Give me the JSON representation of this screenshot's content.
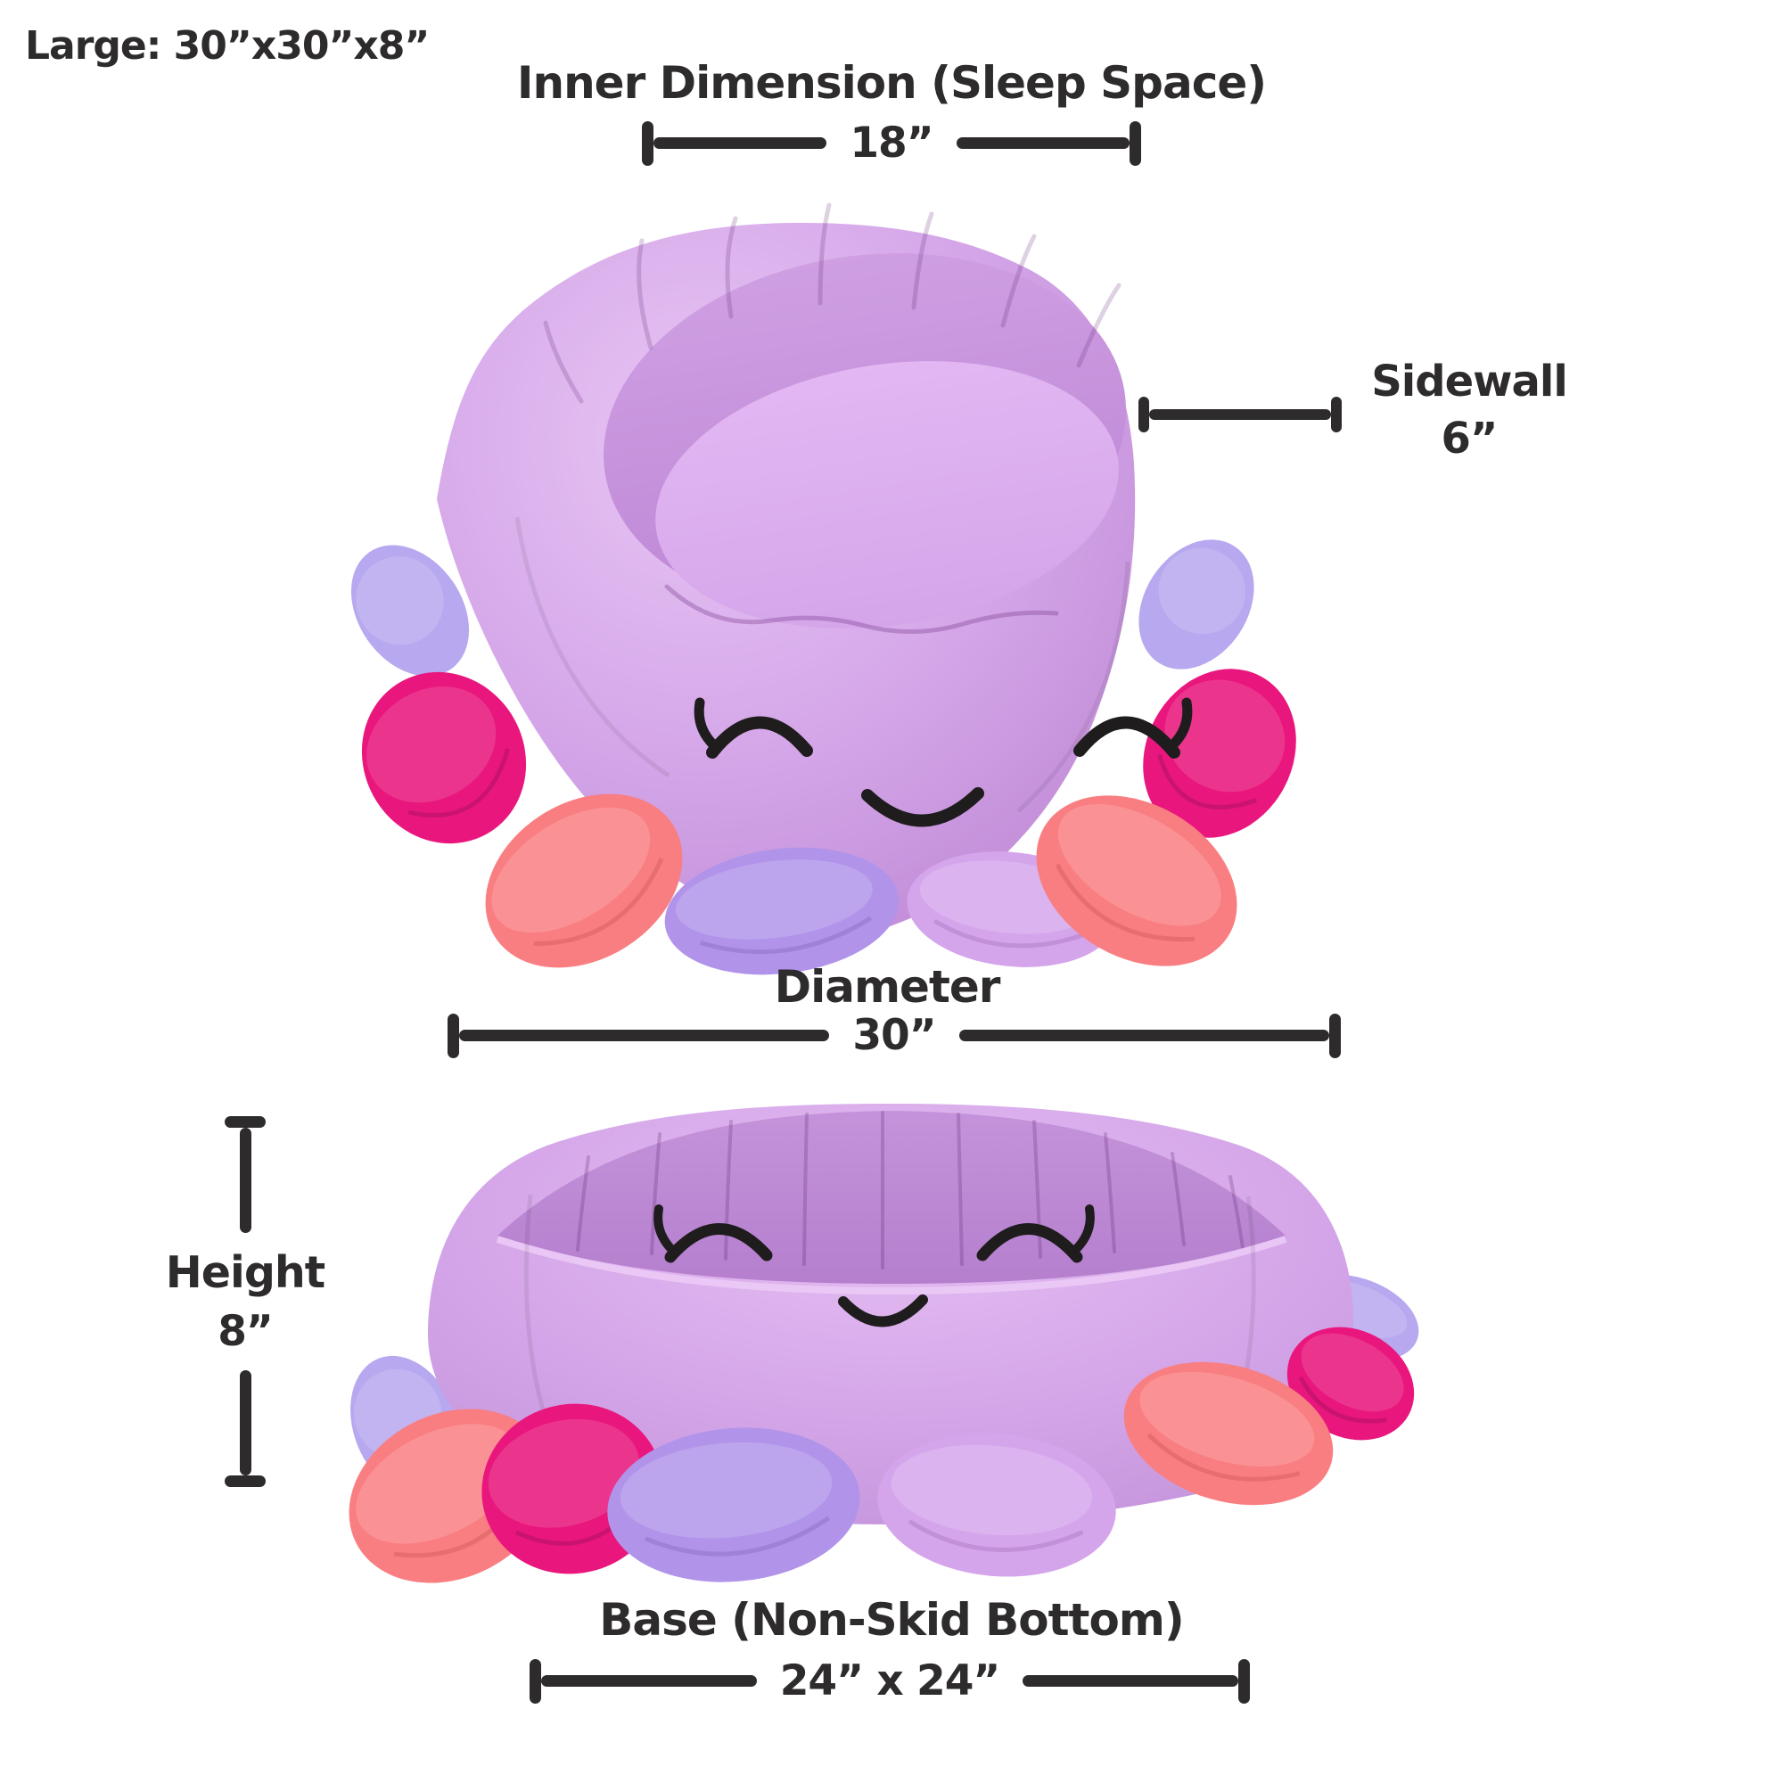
{
  "header": {
    "size_label": "Large: 30”x30”x8”"
  },
  "dimensions": {
    "inner": {
      "label": "Inner Dimension (Sleep Space)",
      "value": "18”"
    },
    "sidewall": {
      "label": "Sidewall",
      "value": "6”"
    },
    "diameter": {
      "label": "Diameter",
      "value": "30”"
    },
    "height": {
      "label": "Height",
      "value": "8”"
    },
    "base": {
      "label": "Base (Non-Skid Bottom)",
      "value": "24” x 24”"
    }
  },
  "product": {
    "subject": "octopus plush pet bed",
    "views": [
      "top-perspective-view",
      "front-side-view"
    ],
    "colors": {
      "annotation": "#2d2b2b",
      "body": "#d2a3e6",
      "body_highlight": "#e8c6f4",
      "body_shadow": "#c08bd6",
      "interior_wall": "#c490da",
      "cushion": "#d9abee",
      "tentacle_lavender": "#b7a8ef",
      "tentacle_magenta": "#e9177d",
      "tentacle_coral": "#f97e81",
      "tentacle_periwinkle": "#b194ea",
      "tentacle_lilac": "#d5a5ec",
      "face_stroke": "#1e1c1c"
    }
  }
}
